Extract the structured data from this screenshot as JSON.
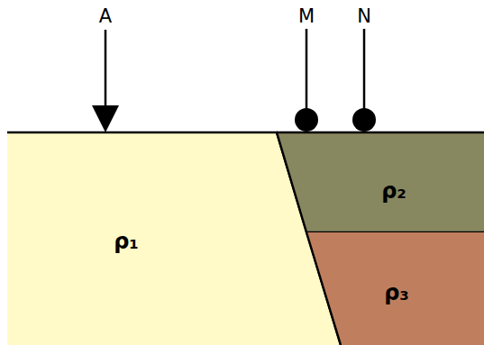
{
  "diagram": {
    "nodes": [
      {
        "text": [
          "ρ₁"
        ]
      },
      {
        "text": [
          "ρ₂"
        ]
      },
      {
        "text": [
          "ρ₃"
        ]
      }
    ],
    "labels": [
      "A",
      "M",
      "N"
    ]
  }
}
